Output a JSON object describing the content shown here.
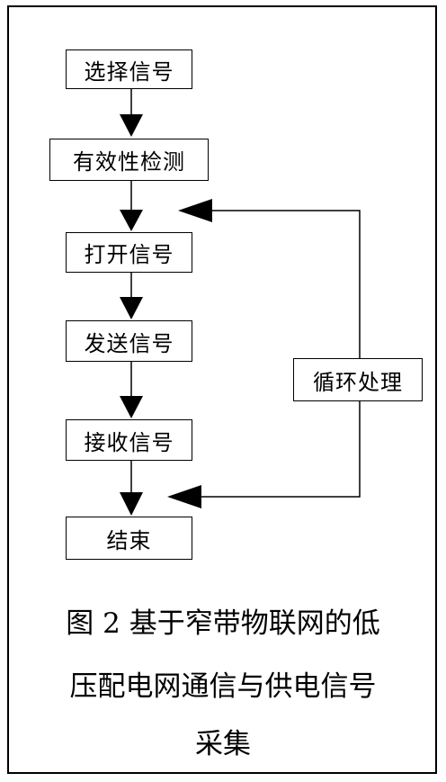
{
  "steps": [
    "选择信号",
    "有效性检测",
    "打开信号",
    "发送信号",
    "接收信号",
    "结束"
  ],
  "loop_label": "循环处理",
  "caption": {
    "line1": "图 2 基于窄带物联网的低",
    "line2": "压配电网通信与供电信号",
    "line3": "采集"
  }
}
